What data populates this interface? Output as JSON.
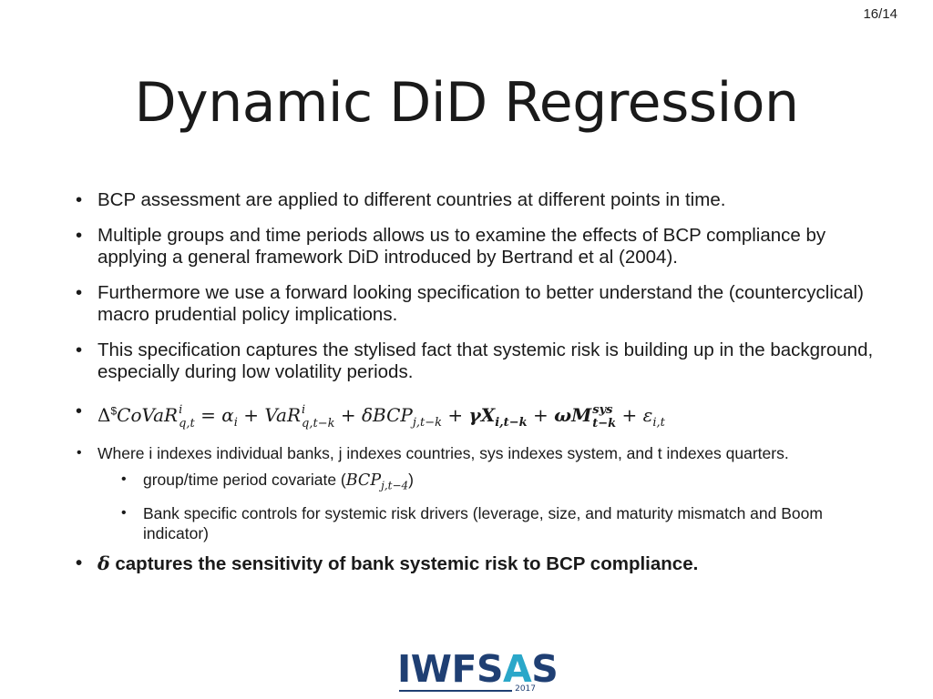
{
  "slide": {
    "page_number": "16/14",
    "title": "Dynamic DiD Regression"
  },
  "bullets": [
    {
      "text": "BCP assessment are applied to different countries at different points in time."
    },
    {
      "text": "Multiple groups and time periods allows us to examine the effects  of  BCP compliance by applying a general framework DiD introduced by Bertrand et  al (2004)."
    },
    {
      "text": "Furthermore we use a forward  looking specification to better understand the (countercyclical) macro prudential policy implications."
    },
    {
      "text": "This specification captures the stylised fact that systemic risk is building up in the background, especially during low volatility periods."
    }
  ],
  "equation": {
    "delta": "Δ",
    "dollar": "$",
    "covar": "CoVaR",
    "covar_sup": "i",
    "covar_sub": "q,t",
    "eq_sign": " = ",
    "alpha": "α",
    "alpha_sub": "i",
    "plus1": " + ",
    "var": "VaR",
    "var_sup": "i",
    "var_sub": "q,t−k",
    "plus2": " + ",
    "bcp": "δBCP",
    "bcp_sub": "j,t−k",
    "plus3": " + ",
    "gammax": "γX",
    "gammax_sub": "i,t−k",
    "plus4": " + ",
    "omegam": "ωM",
    "omegam_sup": "sys",
    "omegam_sub": "t−k",
    "plus5": " + ",
    "eps": "ε",
    "eps_sub": "i,t"
  },
  "where": {
    "text": "Where i indexes individual banks, j indexes countries, sys indexes system, and t indexes quarters."
  },
  "sub_bullets": {
    "covariate_prefix": "group/time period covariate (",
    "covariate_math": "BCP",
    "covariate_sub": "j,t−4",
    "covariate_suffix": ")",
    "controls": "Bank specific controls for systemic risk drivers (leverage, size, and maturity mismatch and Boom indicator)"
  },
  "conclusion": {
    "delta": "δ",
    "text": " captures the sensitivity of bank systemic risk to BCP compliance."
  },
  "logo": {
    "main": "IWFS",
    "accent": "A",
    "tail": "S",
    "year": "2017"
  },
  "colors": {
    "logo_primary": "#1f3f73",
    "logo_accent": "#2aa7c9"
  }
}
